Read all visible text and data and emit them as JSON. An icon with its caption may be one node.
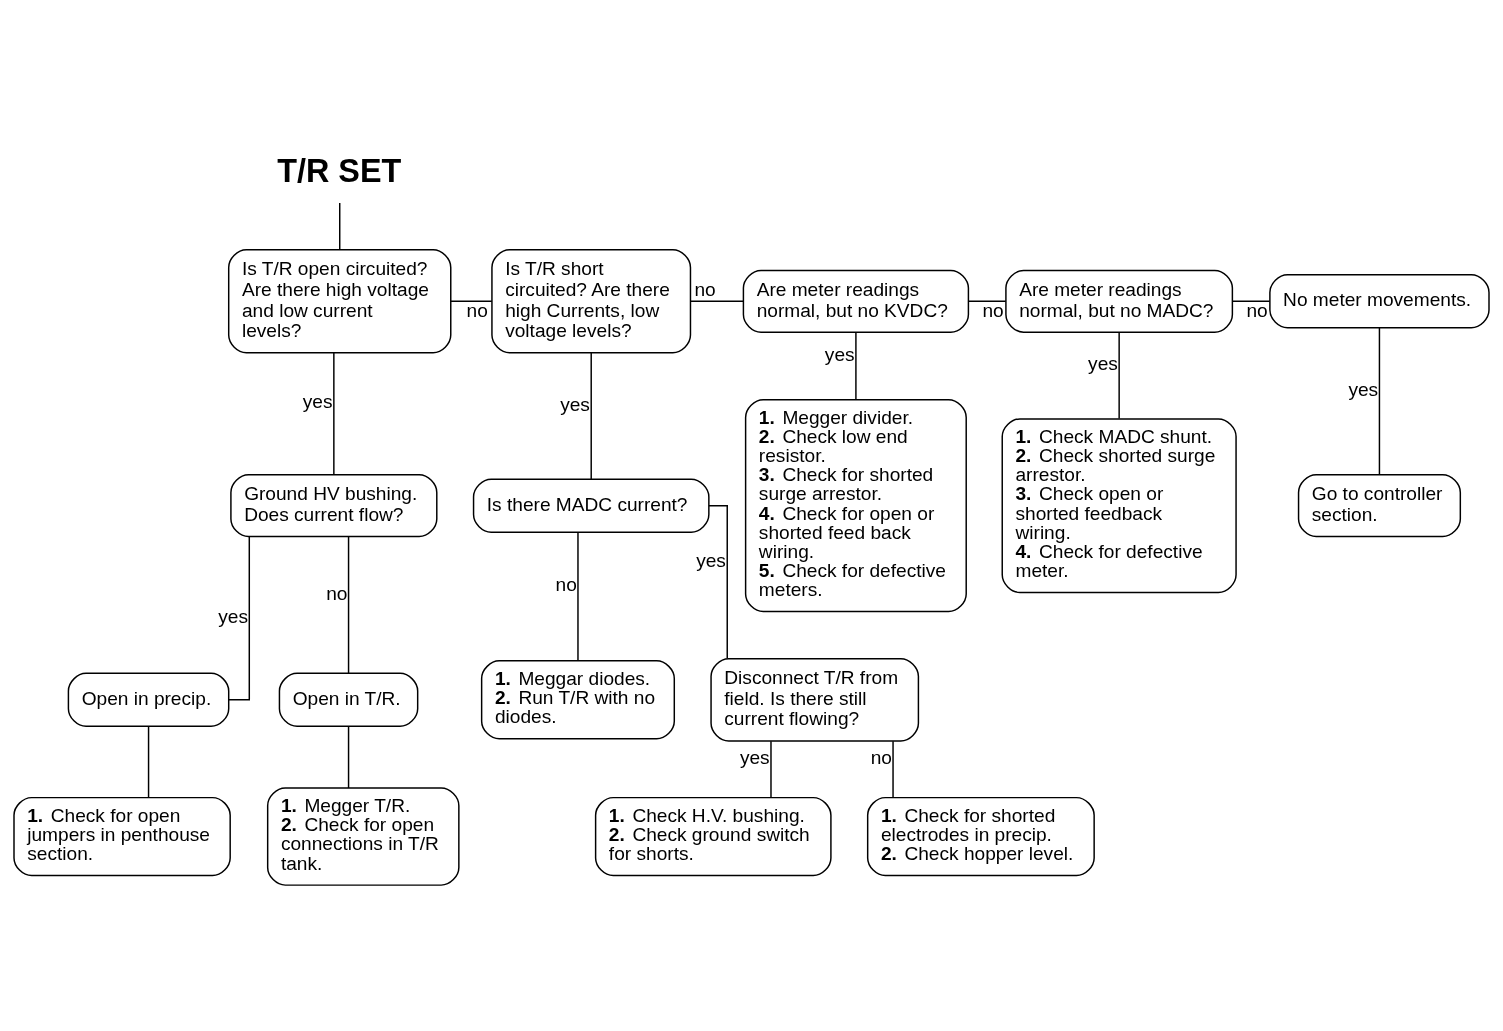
{
  "diagram": {
    "nodes": [
      {
        "text": [
          "T/R SET"
        ]
      },
      {
        "text": [
          "Is T/R open circuited? Are there high voltage and low current levels?"
        ]
      },
      {
        "text": [
          "Is T/R short circuited? Are there high Currents, low voltage levels?"
        ]
      },
      {
        "text": [
          "Are meter readings normal, but no KVDC?"
        ]
      },
      {
        "text": [
          "Are meter readings normal, but no MADC?"
        ]
      },
      {
        "text": [
          "No meter movements."
        ]
      },
      {
        "text": [
          "Ground HV bushing. Does current flow?"
        ]
      },
      {
        "text": [
          "Is there MADC current?"
        ]
      },
      {
        "text": [
          "**1.** Megger divider.",
          "**2.** Check low end resistor.",
          "**3.** Check for shorted surge arrestor.",
          "**4.** Check for open or shorted feed back wiring.",
          "**5.** Check for defective meters."
        ]
      },
      {
        "text": [
          "**1.** Check MADC shunt.",
          "**2.** Check shorted surge arrestor.",
          "**3.** Check open or shorted feedback wiring.",
          "**4.** Check for defective meter."
        ]
      },
      {
        "text": [
          "Go to controller section."
        ]
      },
      {
        "text": [
          "Open in precip."
        ]
      },
      {
        "text": [
          "Open in T/R."
        ]
      },
      {
        "text": [
          "**1.** Meggar diodes.",
          "**2.** Run T/R with no diodes."
        ]
      },
      {
        "text": [
          "Disconnect T/R from field. Is there still current flowing?"
        ]
      },
      {
        "text": [
          "**1.** Check for open jumpers in penthouse section."
        ]
      },
      {
        "text": [
          "**1.** Megger T/R.",
          "**2.** Check for open connections in T/R tank."
        ]
      },
      {
        "text": [
          "**1.** Check H.V. bushing.",
          "**2.** Check ground switch for shorts."
        ]
      },
      {
        "text": [
          "**1.** Check for shorted electrodes in precip.",
          "**2.** Check hopper level."
        ]
      }
    ],
    "edges": [
      {
        "from": 0,
        "to": 1,
        "arrow": "none"
      },
      {
        "from": 1,
        "to": 2,
        "arrow": "none",
        "label": "no"
      },
      {
        "from": 2,
        "to": 3,
        "arrow": "none",
        "label": "no"
      },
      {
        "from": 3,
        "to": 4,
        "arrow": "none",
        "label": "no"
      },
      {
        "from": 4,
        "to": 5,
        "arrow": "none",
        "label": "no"
      },
      {
        "from": 1,
        "to": 6,
        "arrow": "none",
        "label": "yes"
      },
      {
        "from": 2,
        "to": 7,
        "arrow": "none",
        "label": "yes"
      },
      {
        "from": 3,
        "to": 8,
        "arrow": "none",
        "label": "yes"
      },
      {
        "from": 4,
        "to": 9,
        "arrow": "none",
        "label": "yes"
      },
      {
        "from": 5,
        "to": 10,
        "arrow": "none",
        "label": "yes"
      },
      {
        "from": 6,
        "to": 11,
        "arrow": "none",
        "label": "yes"
      },
      {
        "from": 6,
        "to": 12,
        "arrow": "none",
        "label": "no"
      },
      {
        "from": 7,
        "to": 13,
        "arrow": "none",
        "label": "no"
      },
      {
        "from": 7,
        "to": 14,
        "arrow": "none",
        "label": "yes"
      },
      {
        "from": 11,
        "to": 15,
        "arrow": "none"
      },
      {
        "from": 12,
        "to": 16,
        "arrow": "none"
      },
      {
        "from": 14,
        "to": 17,
        "arrow": "none",
        "label": "yes"
      },
      {
        "from": 14,
        "to": 18,
        "arrow": "none",
        "label": "no"
      }
    ]
  }
}
